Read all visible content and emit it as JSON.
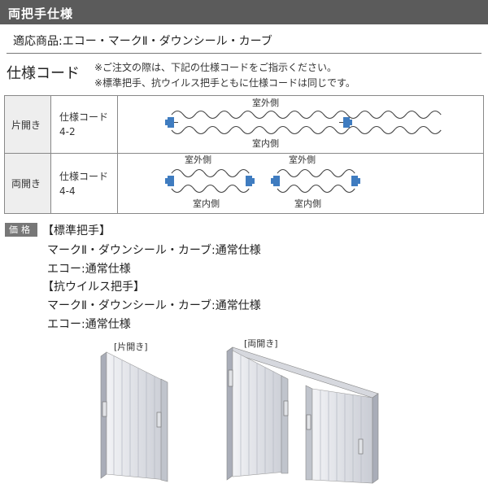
{
  "header": {
    "title": "両把手仕様"
  },
  "products": {
    "line": "適応商品:エコー・マークⅡ・ダウンシール・カーブ"
  },
  "spec": {
    "heading": "仕様コード",
    "notes": [
      "※ご注文の際は、下記の仕様コードをご指示ください。",
      "※標準把手、抗ウイルス把手ともに仕様コードは同じです。"
    ],
    "rows": [
      {
        "type": "片開き",
        "code_label": "仕様コード",
        "code": "4-2",
        "outside": "室外側",
        "inside": "室内側"
      },
      {
        "type": "両開き",
        "code_label": "仕様コード",
        "code": "4-4",
        "outside": "室外側",
        "inside": "室内側"
      }
    ]
  },
  "price": {
    "badge": "価格",
    "lines": [
      "【標準把手】",
      "マークⅡ・ダウンシール・カーブ:通常仕様",
      "エコー:通常仕様",
      "【抗ウイルス把手】",
      "マークⅡ・ダウンシール・カーブ:通常仕様",
      "エコー:通常仕様"
    ]
  },
  "illustrations": {
    "single_label": "[片開き]",
    "double_label": "[両開き]"
  },
  "colors": {
    "header_bg": "#5b5b5b",
    "handle_blue": "#3f7cc0",
    "type_cell_bg": "#eeeeee"
  }
}
